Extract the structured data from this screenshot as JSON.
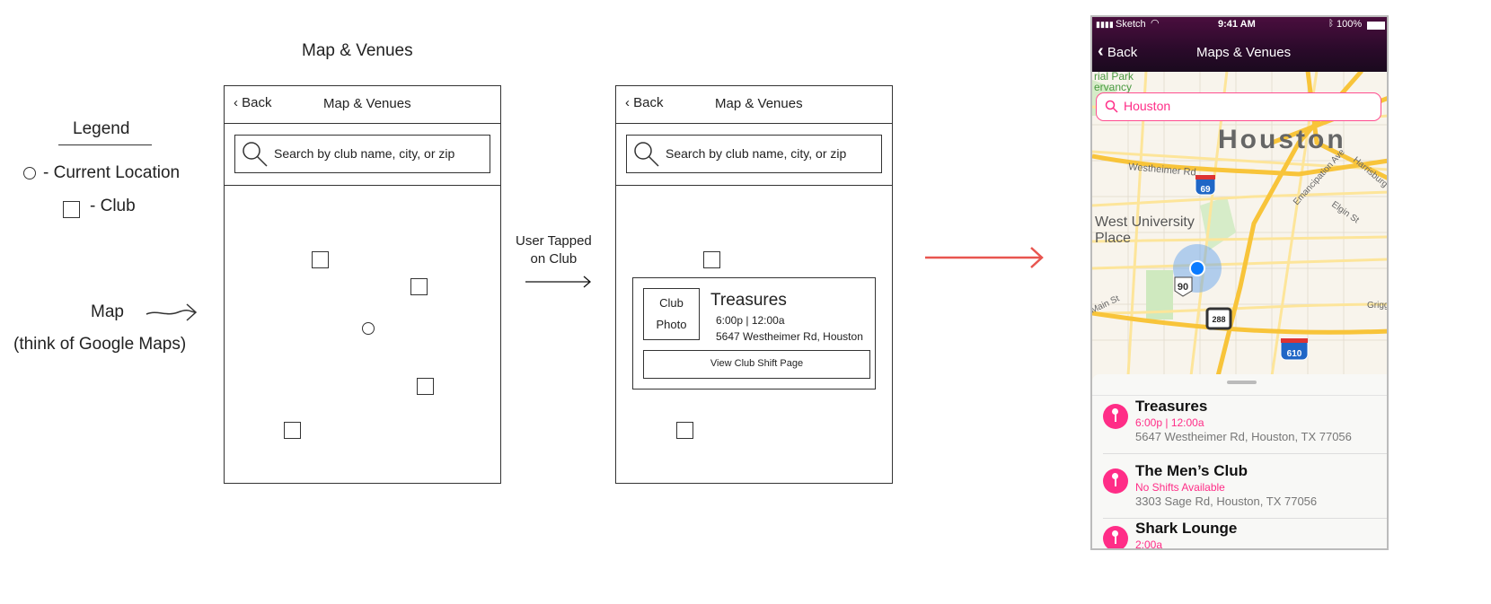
{
  "legend": {
    "title": "Legend",
    "current_location": "- Current Location",
    "club": "- Club",
    "map_label": "Map",
    "map_note": "(think of Google Maps)"
  },
  "section_title": "Map & Venues",
  "wireframe1": {
    "back": "Back",
    "title": "Map & Venues",
    "search_placeholder": "Search by club name, city, or zip"
  },
  "transition_label": {
    "line1": "User Tapped",
    "line2": "on Club"
  },
  "wireframe2": {
    "back": "Back",
    "title": "Map & Venues",
    "search_placeholder": "Search by club name, city, or zip",
    "card": {
      "photo_line1": "Club",
      "photo_line2": "Photo",
      "name": "Treasures",
      "hours": "6:00p | 12:00a",
      "address": "5647 Westheimer Rd, Houston",
      "button": "View Club Shift Page"
    }
  },
  "phone": {
    "status": {
      "carrier": "Sketch",
      "time": "9:41 AM",
      "battery": "100%"
    },
    "nav": {
      "back": "Back",
      "title": "Maps & Venues"
    },
    "search": {
      "value": "Houston"
    },
    "map_labels": {
      "park1": "rial Park",
      "park2": "ervancy",
      "city": "Houston",
      "westheimer": "Westheimer Rd",
      "westu1": "West University",
      "westu2": "Place",
      "emancipation": "Emancipation Ave",
      "elgin": "Elgin St",
      "harrisburg": "Harrisburg",
      "main": "Main St",
      "griggs": "Grigg",
      "i69": "69",
      "us90": "90",
      "tx288": "288",
      "i610": "610"
    },
    "accent": "#ff2d87",
    "venues": [
      {
        "name": "Treasures",
        "status": "6:00p | 12:00a",
        "address": "5647 Westheimer Rd, Houston, TX 77056"
      },
      {
        "name": "The Men’s Club",
        "status": "No Shifts Available",
        "address": "3303 Sage Rd, Houston, TX 77056"
      },
      {
        "name": "Shark Lounge",
        "status": "2:00a",
        "address": ""
      }
    ]
  }
}
